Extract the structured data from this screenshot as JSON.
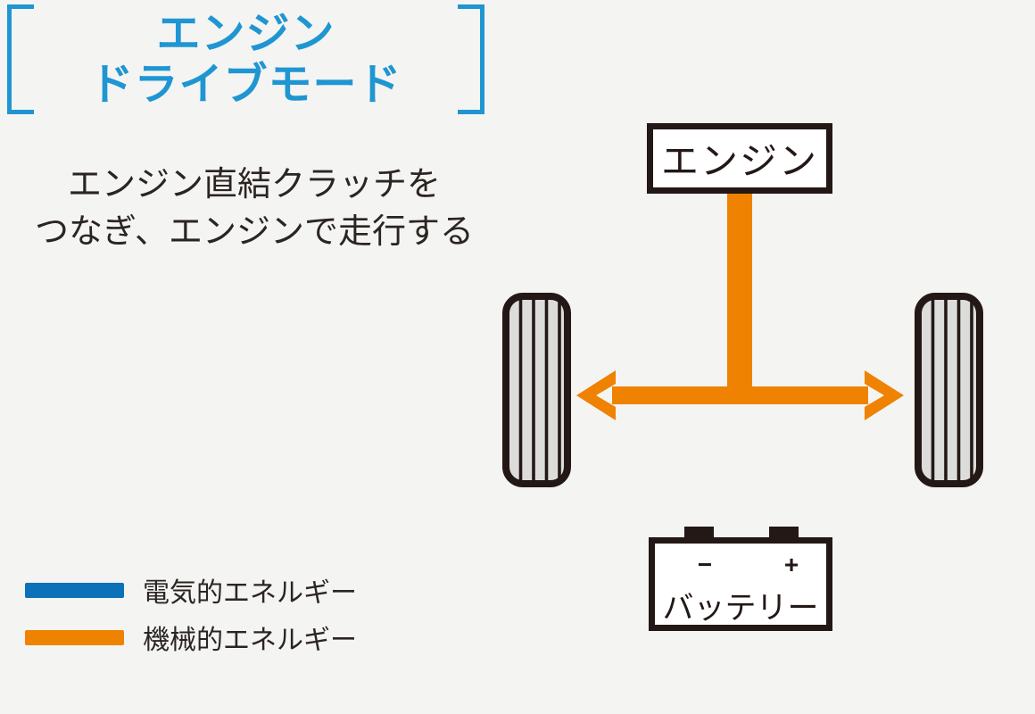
{
  "title": {
    "line1": "エンジン",
    "line2": "ドライブモード"
  },
  "description": {
    "line1": "エンジン直結クラッチを",
    "line2": "つなぎ、エンジンで走行する"
  },
  "diagram": {
    "engine_label": "エンジン",
    "battery": {
      "label": "バッテリー",
      "minus_sign": "−",
      "plus_sign": "+"
    }
  },
  "legend": {
    "items": [
      {
        "label": "電気的エネルギー",
        "color": "#0d71b8"
      },
      {
        "label": "機械的エネルギー",
        "color": "#ef8200"
      }
    ]
  },
  "colors": {
    "accent_blue": "#1f96d2",
    "electric_blue": "#0d71b8",
    "mechanical_orange": "#ef8200",
    "outline_dark": "#231815",
    "background": "#f4f4f3"
  }
}
